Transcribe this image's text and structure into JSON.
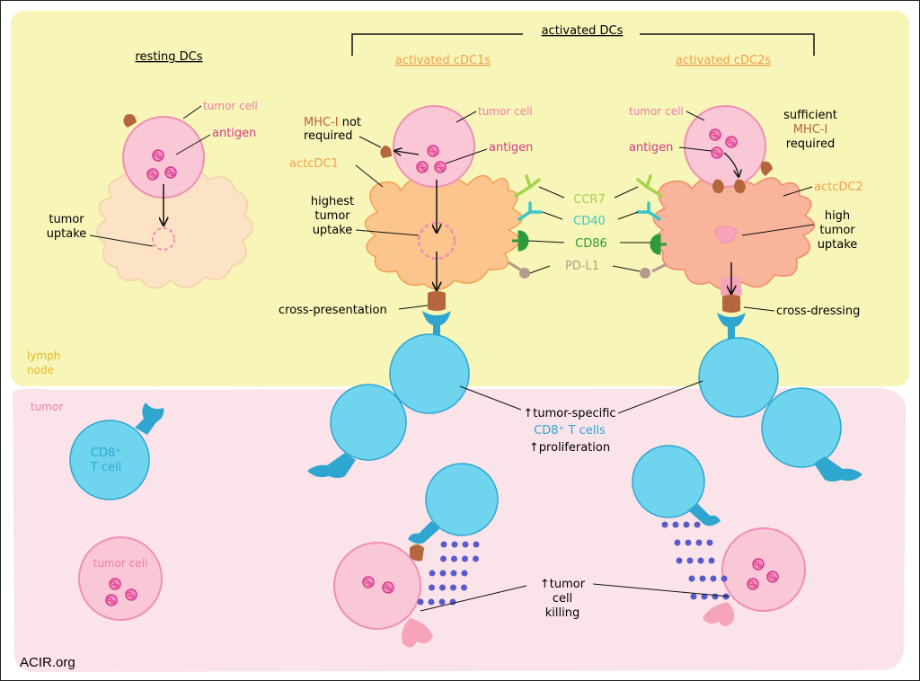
{
  "colors": {
    "lymph_bg": "#f7f5b8",
    "tumor_bg": "#fbe3ea",
    "tumor_cell_fill": "#f9c7d6",
    "tumor_cell_stroke": "#f08fb2",
    "resting_dc_fill": "#fde3c6",
    "cdc1_fill": "#fcc58e",
    "cdc2_fill": "#f9b49c",
    "tcell_fill": "#6fd4ee",
    "tcell_stroke": "#2fa6cf",
    "mhc_brown": "#b5663c",
    "antigen_pink": "#e0479a",
    "granule_blue": "#5a5acb",
    "ccr7_green": "#a3d44b",
    "cd40_teal": "#39c7c7",
    "cd86_green": "#2e9a3c",
    "pdl1_gray": "#b49a8c",
    "orange_title": "#f2a04e",
    "label_pink": "#ee7fa8",
    "label_magenta": "#d63a8a",
    "label_brown": "#b8643a",
    "lymph_label_yellow": "#e6b422"
  },
  "lymph_node": {
    "region_label": "lymph\nnode",
    "resting_title": "resting DCs",
    "activated_title": "activated DCs",
    "cdc1_title": "activated cDC1s",
    "cdc2_title": "activated cDC2s",
    "resting": {
      "tumor_cell": "tumor cell",
      "antigen": "antigen",
      "uptake": "tumor\nuptake"
    },
    "cdc1": {
      "mhc1_prefix": "MHC-I",
      "mhc1_suffix": " not\nrequired",
      "tumor_cell": "tumor cell",
      "antigen": "antigen",
      "cell_label": "actcDC1",
      "uptake": "highest\ntumor\nuptake",
      "presentation": "cross-presentation"
    },
    "cdc2": {
      "tumor_cell": "tumor cell",
      "antigen": "antigen",
      "mhc_line1": "sufficient",
      "mhc_line2": "MHC-I",
      "mhc_line3": "required",
      "cell_label": "actcDC2",
      "uptake": "high\ntumor\nuptake",
      "dressing": "cross-dressing"
    },
    "molecules": [
      "CCR7",
      "CD40",
      "CD86",
      "PD-L1"
    ]
  },
  "tumor": {
    "region_label": "tumor",
    "cd8_cell": "CD8⁺\nT cell",
    "tumor_cell": "tumor cell",
    "tcell_note": {
      "line1": "↑tumor-specific",
      "line2": "CD8⁺ T cells",
      "line3": "↑proliferation"
    },
    "killing": "↑tumor\ncell\nkilling"
  },
  "credit": "ACIR.org"
}
